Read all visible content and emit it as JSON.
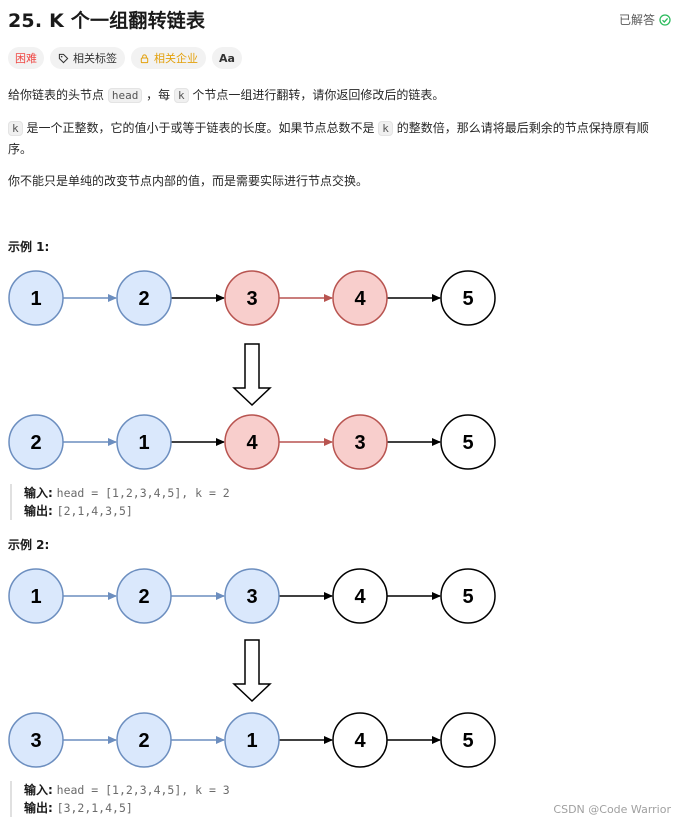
{
  "header": {
    "title": "25. K 个一组翻转链表",
    "status_label": "已解答",
    "status_color": "#2cbb5d"
  },
  "tags": {
    "difficulty": "困难",
    "related_tags": "相关标签",
    "related_companies": "相关企业",
    "font_toggle": "Aa"
  },
  "description": {
    "p1": [
      "给你链表的头节点 ",
      "head",
      " ，每 ",
      "k",
      " 个节点一组进行翻转，请你返回修改后的链表。"
    ],
    "p2": [
      "k",
      " 是一个正整数，它的值小于或等于链表的长度。如果节点总数不是 ",
      "k",
      " 的整数倍，那么请将最后剩余的节点保持原有顺序。"
    ],
    "p3": "你不能只是单纯的改变节点内部的值，而是需要实际进行节点交换。"
  },
  "examples": [
    {
      "title": "示例 1:",
      "input_label": "输入:",
      "input_value": "head = [1,2,3,4,5], k = 2",
      "output_label": "输出:",
      "output_value": "[2,1,4,3,5]",
      "before": [
        {
          "label": "1",
          "style": "blue"
        },
        {
          "label": "2",
          "style": "blue"
        },
        {
          "label": "3",
          "style": "red"
        },
        {
          "label": "4",
          "style": "red"
        },
        {
          "label": "5",
          "style": "white"
        }
      ],
      "after": [
        {
          "label": "2",
          "style": "blue"
        },
        {
          "label": "1",
          "style": "blue"
        },
        {
          "label": "4",
          "style": "red"
        },
        {
          "label": "3",
          "style": "red"
        },
        {
          "label": "5",
          "style": "white"
        }
      ]
    },
    {
      "title": "示例 2:",
      "input_label": "输入:",
      "input_value": "head = [1,2,3,4,5], k = 3",
      "output_label": "输出:",
      "output_value": "[3,2,1,4,5]",
      "before": [
        {
          "label": "1",
          "style": "blue"
        },
        {
          "label": "2",
          "style": "blue"
        },
        {
          "label": "3",
          "style": "blue"
        },
        {
          "label": "4",
          "style": "white"
        },
        {
          "label": "5",
          "style": "white"
        }
      ],
      "after": [
        {
          "label": "3",
          "style": "blue"
        },
        {
          "label": "2",
          "style": "blue"
        },
        {
          "label": "1",
          "style": "blue"
        },
        {
          "label": "4",
          "style": "white"
        },
        {
          "label": "5",
          "style": "white"
        }
      ]
    }
  ],
  "colors": {
    "blue_fill": "#dae8fc",
    "blue_stroke": "#6c8ebf",
    "red_fill": "#f8cecc",
    "red_stroke": "#b85450",
    "white_fill": "#ffffff",
    "white_stroke": "#000000"
  },
  "watermark": "CSDN @Code Warrior"
}
